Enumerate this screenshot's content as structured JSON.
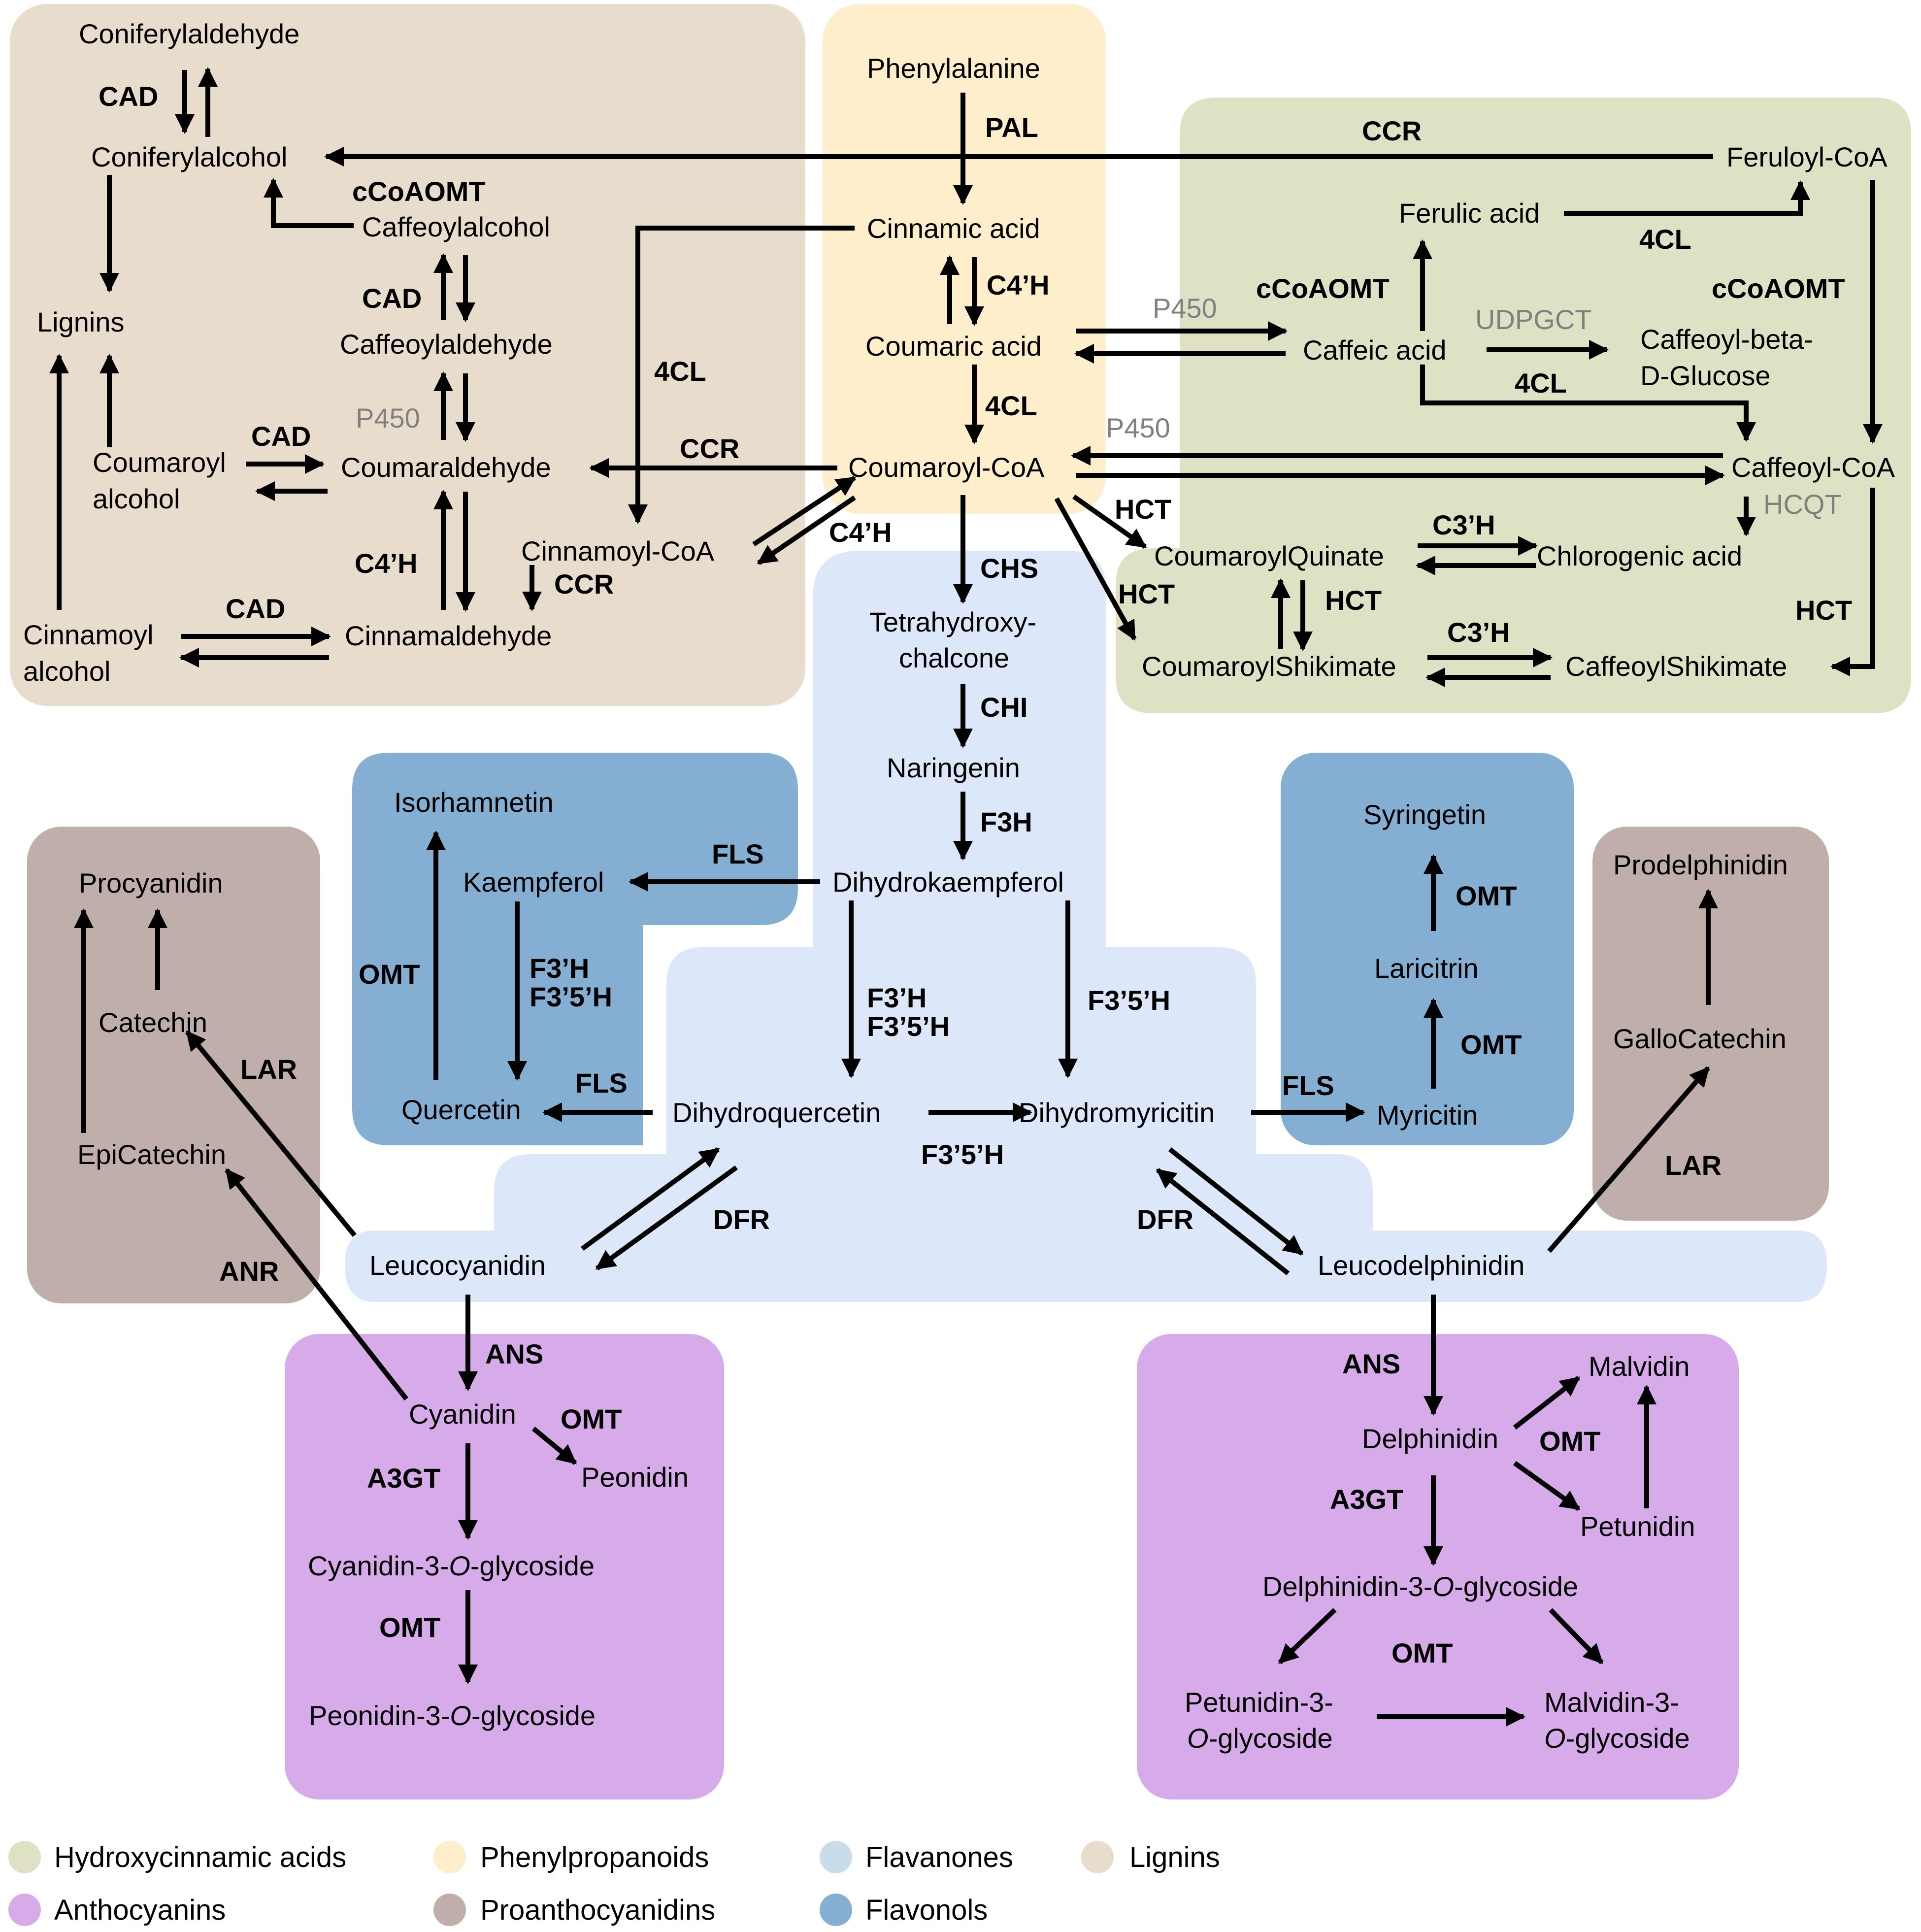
{
  "colors": {
    "hydroxycinnamic": "#dfe1c4",
    "phenylpropanoid": "#feeecb",
    "flavanone": "#dce8f9",
    "lignin": "#e8dccd",
    "anthocyanin": "#d7abe9",
    "proanthocyanidin": "#bfaea9",
    "flavonol": "#84afd2"
  },
  "compounds": {
    "coniferylaldehyde": "Coniferylaldehyde",
    "coniferylalcohol": "Coniferylalcohol",
    "caffeoylalcohol": "Caffeoylalcohol",
    "lignins": "Lignins",
    "caffeoylaldehyde": "Caffeoylaldehyde",
    "coumaroyl_alcohol_1": "Coumaroyl",
    "coumaroyl_alcohol_2": "alcohol",
    "coumaraldehyde": "Coumaraldehyde",
    "cinnamoyl_coa": "Cinnamoyl-CoA",
    "cinnamoyl_alcohol_1": "Cinnamoyl",
    "cinnamoyl_alcohol_2": "alcohol",
    "cinnamaldehyde": "Cinnamaldehyde",
    "phenylalanine": "Phenylalanine",
    "cinnamic_acid": "Cinnamic acid",
    "coumaric_acid": "Coumaric acid",
    "coumaroyl_coa": "Coumaroyl-CoA",
    "feruloyl_coa": "Feruloyl-CoA",
    "ferulic_acid": "Ferulic acid",
    "caffeic_acid": "Caffeic acid",
    "caffeoyl_glucose_1": "Caffeoyl-beta-",
    "caffeoyl_glucose_2": "D-Glucose",
    "caffeoyl_coa": "Caffeoyl-CoA",
    "coumaroylquinate": "CoumaroylQuinate",
    "chlorogenic_acid": "Chlorogenic acid",
    "coumaroylshikimate": "CoumaroylShikimate",
    "caffeoylshikimate": "CaffeoylShikimate",
    "tetrahydroxychalcone_1": "Tetrahydroxy-",
    "tetrahydroxychalcone_2": "chalcone",
    "naringenin": "Naringenin",
    "dihydrokaempferol": "Dihydrokaempferol",
    "isorhamnetin": "Isorhamnetin",
    "kaempferol": "Kaempferol",
    "quercetin": "Quercetin",
    "dihydroquercetin": "Dihydroquercetin",
    "dihydromyricitin": "Dihydromyricitin",
    "syringetin": "Syringetin",
    "laricitrin": "Laricitrin",
    "myricitin": "Myricitin",
    "procyanidin": "Procyanidin",
    "catechin": "Catechin",
    "epicatechin": "EpiCatechin",
    "prodelphinidin": "Prodelphinidin",
    "gallocatechin": "GalloCatechin",
    "leucocyanidin": "Leucocyanidin",
    "leucodelphinidin": "Leucodelphinidin",
    "cyanidin": "Cyanidin",
    "peonidin": "Peonidin",
    "cyanidin_glycoside_a": "Cyanidin-3-",
    "cyanidin_glycoside_o": "O",
    "cyanidin_glycoside_b": "-glycoside",
    "peonidin_glycoside_a": "Peonidin-3-",
    "peonidin_glycoside_o": "O",
    "peonidin_glycoside_b": "-glycoside",
    "delphinidin": "Delphinidin",
    "malvidin": "Malvidin",
    "petunidin": "Petunidin",
    "delphinidin_glycoside_a": "Delphinidin-3-",
    "delphinidin_glycoside_o": "O",
    "delphinidin_glycoside_b": "-glycoside",
    "petunidin_glycoside_1": "Petunidin-3-",
    "petunidin_glycoside_o": "O",
    "petunidin_glycoside_b": "-glycoside",
    "malvidin_glycoside_1": "Malvidin-3-",
    "malvidin_glycoside_o": "O",
    "malvidin_glycoside_b": "-glycoside"
  },
  "enzymes": {
    "cad_top": "CAD",
    "ccoaomt_left": "cCoAOMT",
    "cad_caffeoyl": "CAD",
    "p450_left": "P450",
    "cad_coumaroyl": "CAD",
    "c4h_left": "C4’H",
    "cad_cinnamoyl": "CAD",
    "pal": "PAL",
    "c4h_center": "C4’H",
    "4cl_center": "4CL",
    "4cl_left": "4CL",
    "ccr_mid": "CCR",
    "ccr_cinnamoyl": "CCR",
    "c4h_cinnamoyl": "C4’H",
    "ccr_top": "CCR",
    "4cl_ferulic": "4CL",
    "ccoaomt_mid": "cCoAOMT",
    "ccoaomt_right": "cCoAOMT",
    "p450_caffeic": "P450",
    "udpgct": "UDPGCT",
    "4cl_caffeic": "4CL",
    "p450_caffeoyl": "P450",
    "hcqt": "HCQT",
    "hct_1": "HCT",
    "hct_2": "HCT",
    "hct_3": "HCT",
    "hct_4": "HCT",
    "c3h_1": "C3’H",
    "c3h_2": "C3’H",
    "chs": "CHS",
    "chi": "CHI",
    "f3h": "F3H",
    "fls_kaempferol": "FLS",
    "omt_isorhamnetin": "OMT",
    "f3h_kq_1": "F3’H",
    "f3h_kq_2": "F3’5’H",
    "fls_quercetin": "FLS",
    "f3h_dq_1": "F3’H",
    "f3h_dq_2": "F3’5’H",
    "f35h_dm": "F3’5’H",
    "f35h_qm": "F3’5’H",
    "fls_myricitin": "FLS",
    "omt_laricitrin": "OMT",
    "omt_syringetin": "OMT",
    "lar_left": "LAR",
    "anr": "ANR",
    "lar_right": "LAR",
    "dfr_left": "DFR",
    "dfr_right": "DFR",
    "ans_left": "ANS",
    "omt_peonidin": "OMT",
    "a3gt_left": "A3GT",
    "omt_peonidin_glc": "OMT",
    "ans_right": "ANS",
    "omt_malvidin": "OMT",
    "a3gt_right": "A3GT",
    "omt_right_bottom": "OMT"
  },
  "legend": [
    {
      "label": "Hydroxycinnamic acids",
      "color": "#dfe1c4"
    },
    {
      "label": "Phenylpropanoids",
      "color": "#feeecb"
    },
    {
      "label": "Flavanones",
      "color": "#c8dce9"
    },
    {
      "label": "Lignins",
      "color": "#e8dccd"
    },
    {
      "label": "Anthocyanins",
      "color": "#d7abe9"
    },
    {
      "label": "Proanthocyanidins",
      "color": "#bfaea9"
    },
    {
      "label": "Flavonols",
      "color": "#84afd2"
    }
  ]
}
